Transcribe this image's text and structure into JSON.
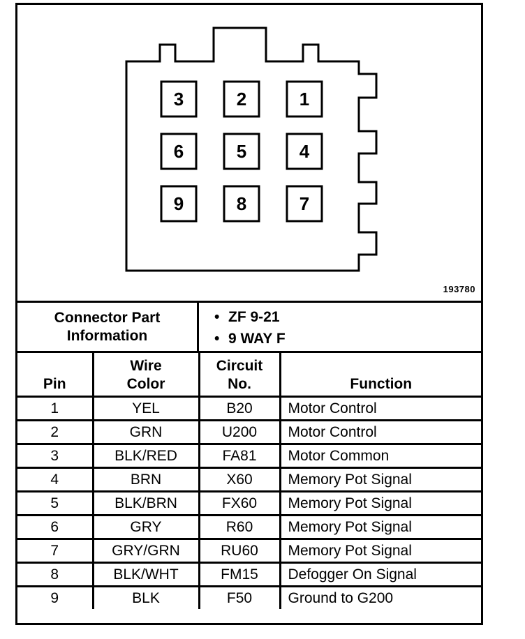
{
  "figure": {
    "id": "193780"
  },
  "connector": {
    "pin_grid": [
      [
        "3",
        "2",
        "1"
      ],
      [
        "6",
        "5",
        "4"
      ],
      [
        "9",
        "8",
        "7"
      ]
    ]
  },
  "connector_info": {
    "label": "Connector Part Information",
    "values": [
      "ZF 9-21",
      "9 WAY F"
    ]
  },
  "pin_table": {
    "headers": {
      "pin": "Pin",
      "wire_color": "Wire Color",
      "circuit": "Circuit No.",
      "function": "Function"
    },
    "rows": [
      {
        "pin": "1",
        "wire_color": "YEL",
        "circuit": "B20",
        "function": "Motor Control"
      },
      {
        "pin": "2",
        "wire_color": "GRN",
        "circuit": "U200",
        "function": "Motor Control"
      },
      {
        "pin": "3",
        "wire_color": "BLK/RED",
        "circuit": "FA81",
        "function": "Motor Common"
      },
      {
        "pin": "4",
        "wire_color": "BRN",
        "circuit": "X60",
        "function": "Memory Pot Signal"
      },
      {
        "pin": "5",
        "wire_color": "BLK/BRN",
        "circuit": "FX60",
        "function": "Memory Pot Signal"
      },
      {
        "pin": "6",
        "wire_color": "GRY",
        "circuit": "R60",
        "function": "Memory Pot Signal"
      },
      {
        "pin": "7",
        "wire_color": "GRY/GRN",
        "circuit": "RU60",
        "function": "Memory Pot Signal"
      },
      {
        "pin": "8",
        "wire_color": "BLK/WHT",
        "circuit": "FM15",
        "function": "Defogger On Signal"
      },
      {
        "pin": "9",
        "wire_color": "BLK",
        "circuit": "F50",
        "function": "Ground to G200"
      }
    ]
  }
}
